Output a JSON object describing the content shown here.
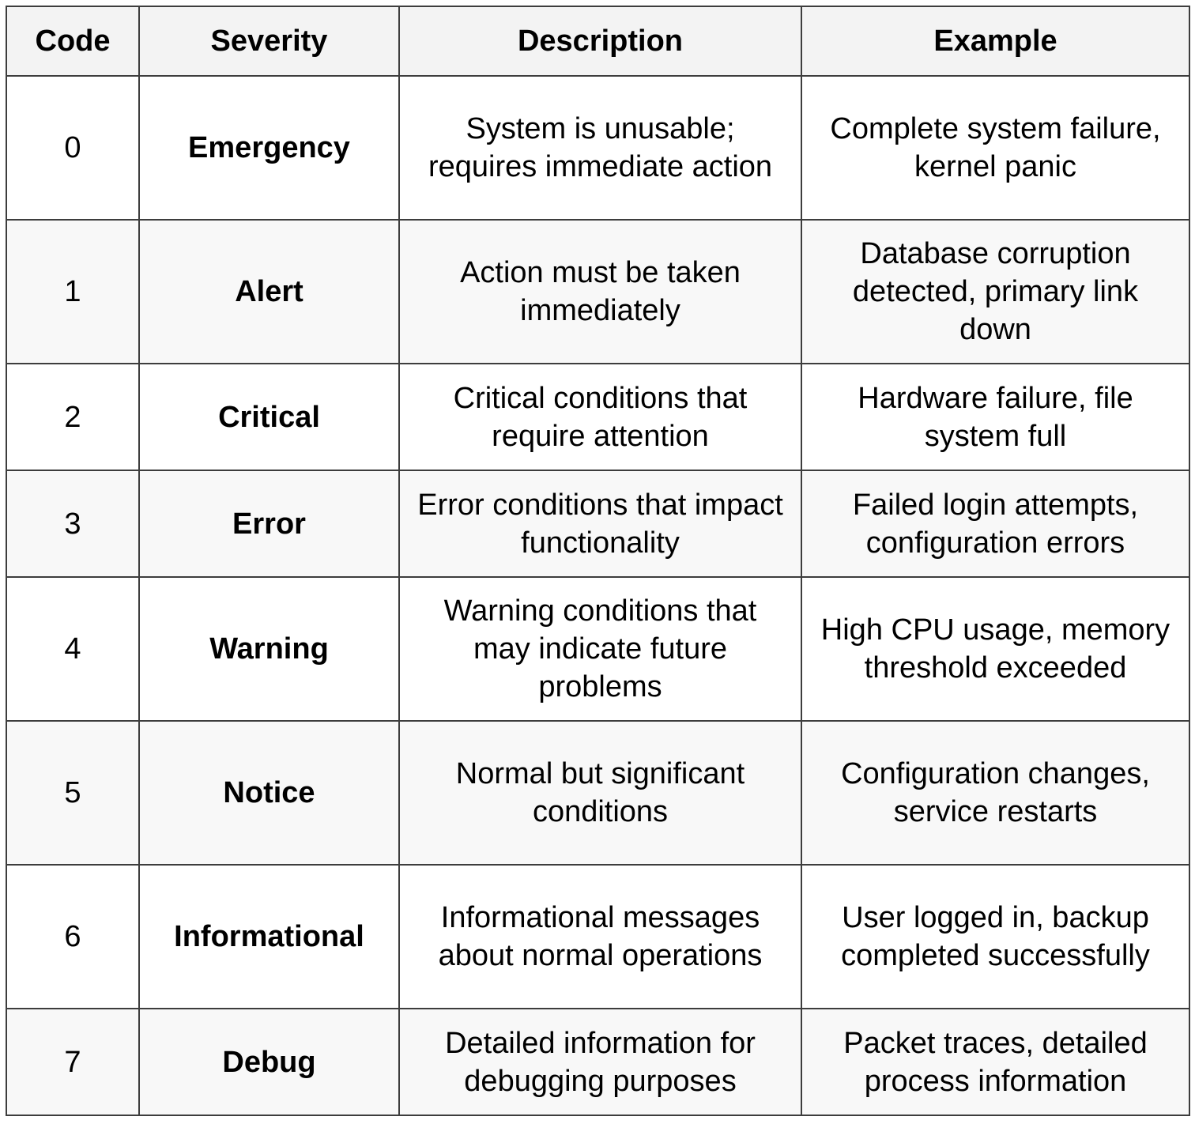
{
  "table": {
    "headers": {
      "code": "Code",
      "severity": "Severity",
      "description": "Description",
      "example": "Example"
    },
    "rows": [
      {
        "code": "0",
        "severity": "Emergency",
        "description": "System is unusable; requires immediate action",
        "example": "Complete system failure, kernel panic"
      },
      {
        "code": "1",
        "severity": "Alert",
        "description": "Action must be taken immediately",
        "example": "Database corruption detected, primary link down"
      },
      {
        "code": "2",
        "severity": "Critical",
        "description": "Critical conditions that require attention",
        "example": "Hardware failure, file system full"
      },
      {
        "code": "3",
        "severity": "Error",
        "description": "Error conditions that impact functionality",
        "example": "Failed login attempts, configuration errors"
      },
      {
        "code": "4",
        "severity": "Warning",
        "description": "Warning conditions that may indicate future problems",
        "example": "High CPU usage, memory threshold exceeded"
      },
      {
        "code": "5",
        "severity": "Notice",
        "description": "Normal but significant conditions",
        "example": "Configuration changes, service restarts"
      },
      {
        "code": "6",
        "severity": "Informational",
        "description": "Informational messages about normal operations",
        "example": "User logged in, backup completed successfully"
      },
      {
        "code": "7",
        "severity": "Debug",
        "description": "Detailed information for debugging purposes",
        "example": "Packet traces, detailed process information"
      }
    ]
  }
}
